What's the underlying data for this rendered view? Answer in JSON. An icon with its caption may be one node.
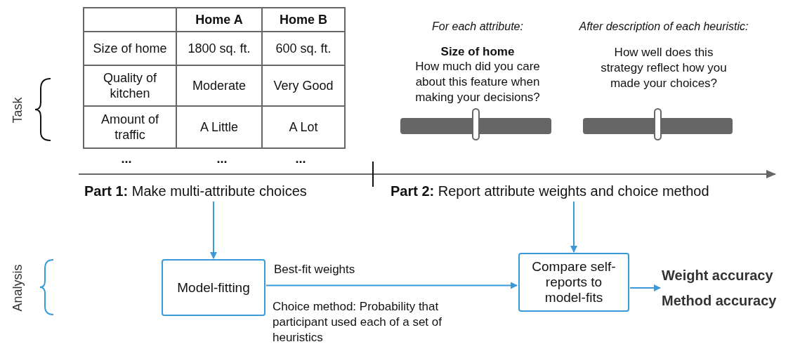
{
  "diagram": {
    "nodes": [
      {
        "text": [
          "**Part 1:** Make multi-attribute choices"
        ]
      },
      {
        "text": [
          "**Part 2:** Report attribute weights and choice method"
        ]
      },
      {
        "text": [
          "Model-fitting"
        ]
      },
      {
        "text": [
          "Compare self-reports to model-fits"
        ]
      },
      {
        "text": [
          "Weight accuracy",
          "Method accuracy"
        ]
      }
    ],
    "edges": [
      {
        "from": 0,
        "to": 2,
        "arrow": "to"
      },
      {
        "from": 1,
        "to": 3,
        "arrow": "to"
      },
      {
        "from": 2,
        "to": 3,
        "arrow": "to",
        "label": "Best-fit weights"
      },
      {
        "from": 3,
        "to": 4,
        "arrow": "to"
      }
    ],
    "labels": [
      "Home A",
      "Home B",
      "Size of home",
      "1800 sq. ft.",
      "600 sq. ft.",
      "Quality of kitchen",
      "Moderate",
      "Very Good",
      "Amount of traffic",
      "A Little",
      "A Lot",
      "...",
      "...",
      "...",
      "For each attribute:",
      "After description of each heuristic:",
      "Size of home",
      "How much did you care about this feature when making your decisions?",
      "How well does this strategy reflect how you made your choices?",
      "Task",
      "Analysis",
      "Choice method: Probability that participant used each of a set of heuristics"
    ]
  }
}
